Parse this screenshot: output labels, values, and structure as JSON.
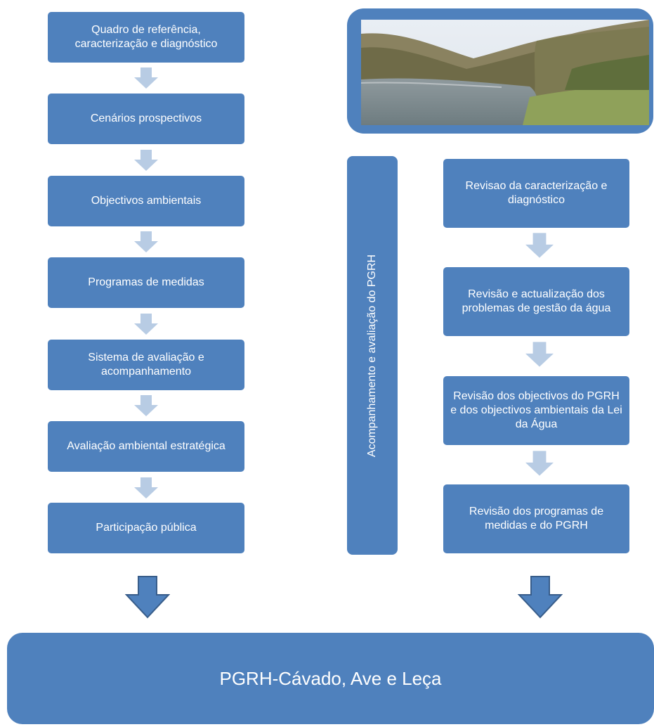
{
  "left_steps": [
    "Quadro de referência, caracterização e diagnóstico",
    "Cenários prospectivos",
    "Objectivos ambientais",
    "Programas de medidas",
    "Sistema de avaliação e acompanhamento",
    "Avaliação ambiental estratégica",
    "Participação pública"
  ],
  "vertical_label": "Acompanhamento e avaliação do PGRH",
  "right_steps": [
    "Revisao da caracterização e diagnóstico",
    "Revisão e actualização dos problemas de gestão da água",
    "Revisão dos objectivos do PGRH e dos objectivos ambientais da Lei da Água",
    "Revisão dos programas de medidas e do PGRH"
  ],
  "result": "PGRH-Cávado, Ave e Leça",
  "colors": {
    "box": "#4f81bd",
    "small_arrow": "#b8cce4",
    "big_arrow": "#4f81bd"
  }
}
